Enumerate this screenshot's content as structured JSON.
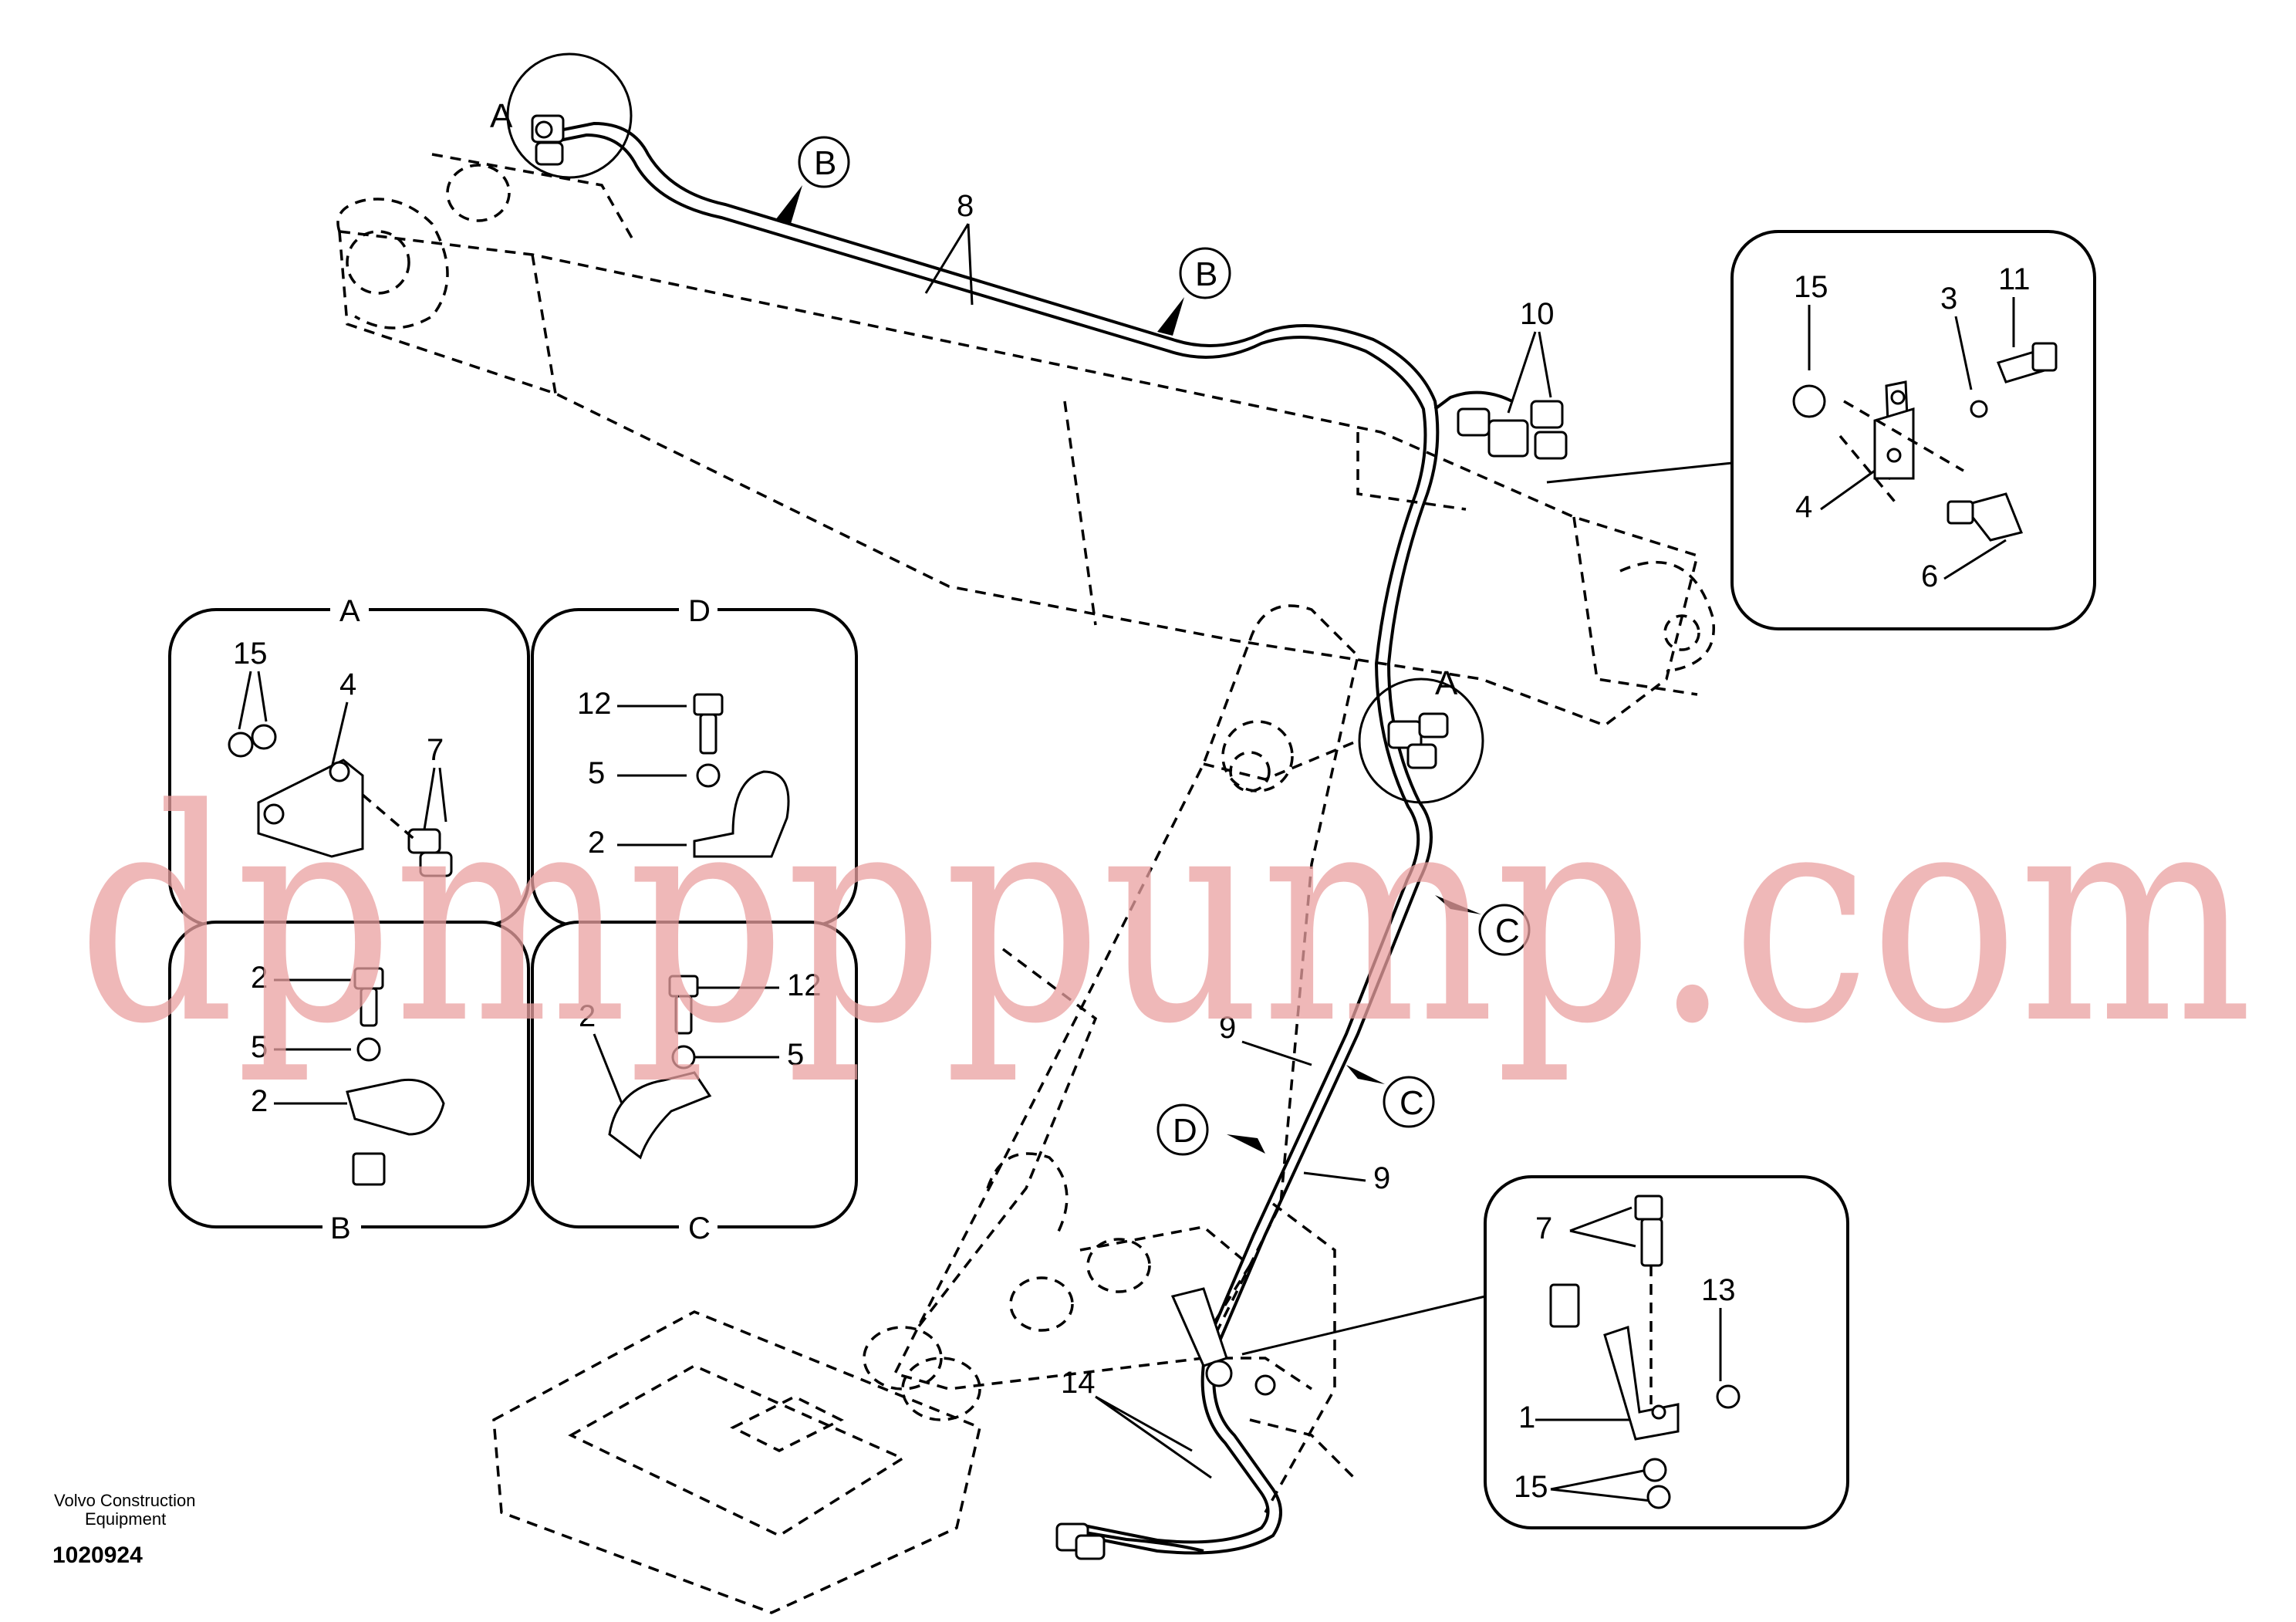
{
  "watermark": "dpmpppump.com",
  "manufacturer_caption": "Volvo Construction Equipment",
  "drawing_number": "1020924",
  "detail_markers": {
    "a_top": "A",
    "a_mid": "A",
    "b_top": "B",
    "b_mid": "B",
    "c_upper": "C",
    "c_lower": "C",
    "d_boom": "D"
  },
  "detail_panels": {
    "A": {
      "title": "A",
      "callouts": [
        "15",
        "4",
        "7"
      ]
    },
    "D": {
      "title": "D",
      "callouts": [
        "12",
        "5",
        "2"
      ]
    },
    "B": {
      "title": "B",
      "callouts": [
        "2",
        "5",
        "2"
      ]
    },
    "C": {
      "title": "C",
      "callouts": [
        "12",
        "5",
        "2"
      ]
    },
    "bracket_top": {
      "callouts": [
        "15",
        "3",
        "11",
        "4",
        "6"
      ]
    },
    "bracket_bottom": {
      "callouts": [
        "7",
        "13",
        "1",
        "15"
      ]
    }
  },
  "main_callouts": {
    "hose_upper": "8",
    "fittings": "10",
    "hose_mid_a": "9",
    "hose_mid_b": "9",
    "hose_lower": "14"
  }
}
